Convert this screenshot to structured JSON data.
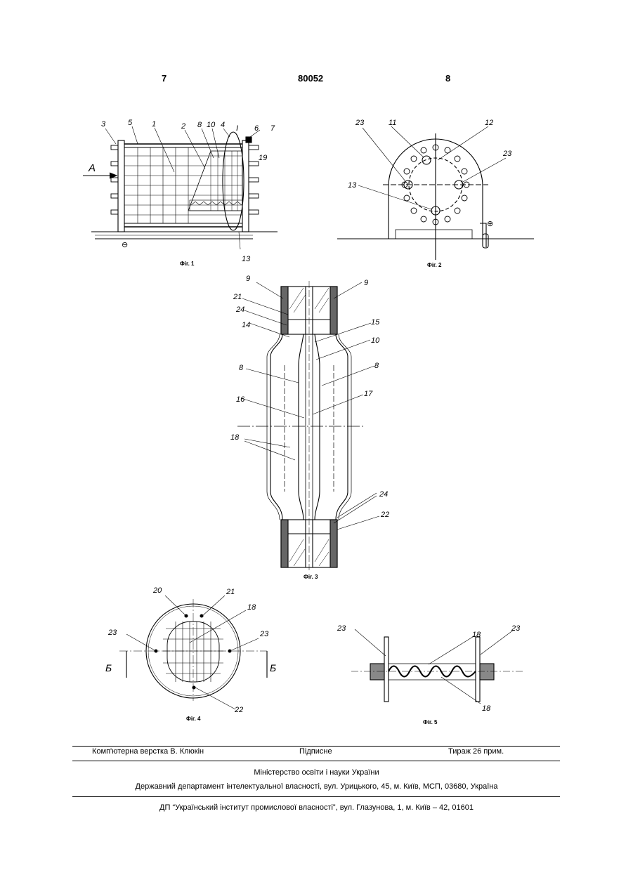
{
  "header": {
    "page_left": "7",
    "patent_number": "80052",
    "page_right": "8"
  },
  "fig1": {
    "caption": "Фіг. 1",
    "labels": [
      "3",
      "5",
      "1",
      "2",
      "8",
      "10",
      "4",
      "I",
      "6",
      "7",
      "19",
      "A",
      "13"
    ],
    "minus_sign": "⊖"
  },
  "fig2": {
    "caption": "Фіг. 2",
    "labels": [
      "23",
      "11",
      "12",
      "23",
      "13"
    ],
    "plus_sign": "⊕"
  },
  "fig3": {
    "caption": "Фіг. 3",
    "labels": [
      "9",
      "9",
      "21",
      "24",
      "14",
      "15",
      "10",
      "8",
      "8",
      "16",
      "17",
      "18",
      "24",
      "22"
    ]
  },
  "fig4": {
    "caption": "Фіг. 4",
    "labels": [
      "20",
      "21",
      "18",
      "23",
      "23",
      "22",
      "Б",
      "Б"
    ]
  },
  "fig5": {
    "caption": "Фіг. 5",
    "labels": [
      "23",
      "18",
      "23",
      "18"
    ]
  },
  "footer": {
    "typesetting": "Комп'ютерна верстка В. Клюкін",
    "signed": "Підписне",
    "circulation": "Тираж 26 прим.",
    "ministry": "Міністерство освіти і науки України",
    "department": "Державний департамент інтелектуальної власності, вул. Урицького, 45, м. Київ, МСП, 03680, Україна",
    "institute": "ДП “Український інститут промислової власності”, вул. Глазунова, 1, м. Київ – 42, 01601"
  }
}
